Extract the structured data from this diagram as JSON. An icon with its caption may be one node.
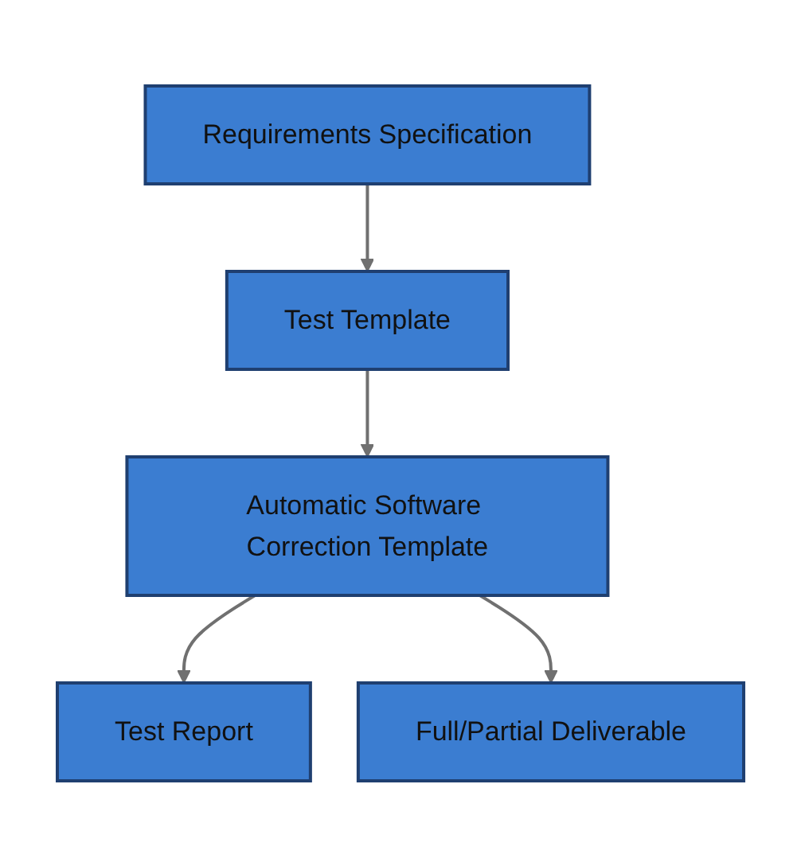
{
  "diagram": {
    "nodes": [
      {
        "text": [
          "Requirements Specification"
        ]
      },
      {
        "text": [
          "Test Template"
        ]
      },
      {
        "text": [
          "Automatic Software Correction Template"
        ]
      },
      {
        "text": [
          "Test Report"
        ]
      },
      {
        "text": [
          "Full/Partial Deliverable"
        ]
      }
    ],
    "edges": [
      {
        "from": 0,
        "to": 1,
        "arrow": "to"
      },
      {
        "from": 1,
        "to": 2,
        "arrow": "to"
      },
      {
        "from": 2,
        "to": 3,
        "arrow": "to"
      },
      {
        "from": 2,
        "to": 4,
        "arrow": "to"
      }
    ]
  }
}
